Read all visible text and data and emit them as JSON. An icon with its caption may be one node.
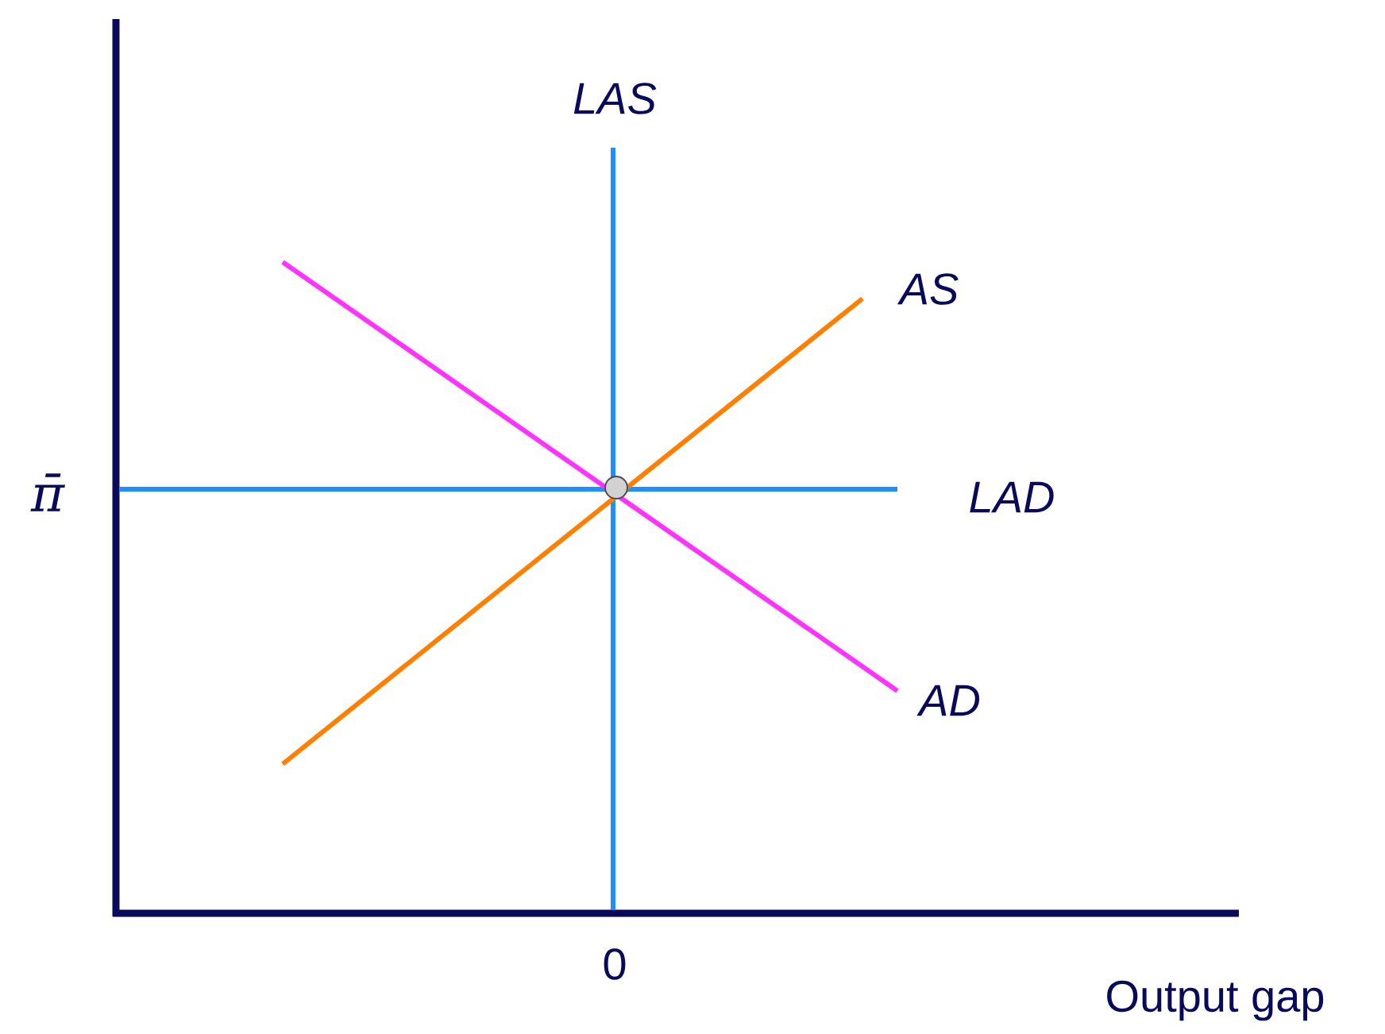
{
  "diagram": {
    "labels": [
      "LAS",
      "AS",
      "π̄",
      "LAD",
      "AD",
      "0",
      "Output gap"
    ]
  }
}
